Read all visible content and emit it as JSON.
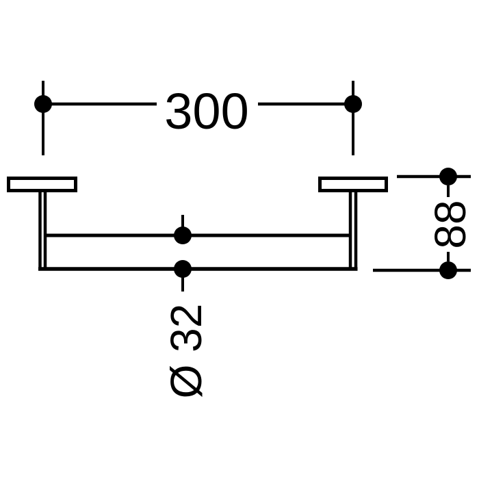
{
  "drawing": {
    "type": "technical-dimension-drawing",
    "subject": "wall-mounted bar, side profile with two wall plates",
    "background_color": "#ffffff",
    "line_color": "#000000",
    "dimensions": {
      "width": {
        "label": "300",
        "value": 300
      },
      "height": {
        "label": "88",
        "value": 88
      },
      "diameter": {
        "label": "Ø 32",
        "value": 32
      }
    }
  }
}
